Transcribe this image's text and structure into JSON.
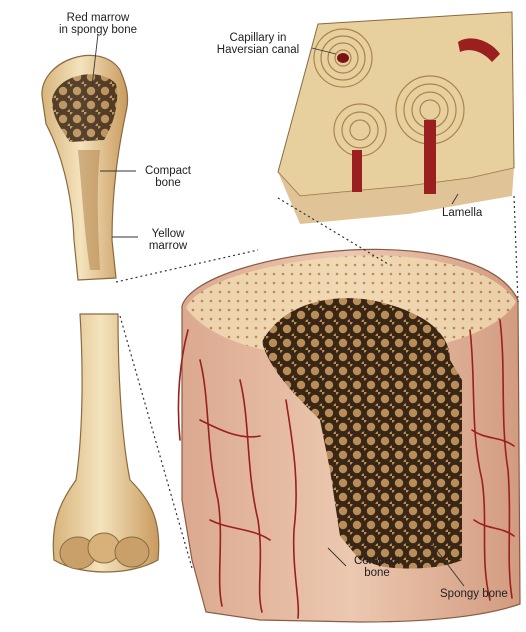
{
  "labels": {
    "red_marrow_line1": "Red marrow",
    "red_marrow_line2": "in spongy bone",
    "compact_top_line1": "Compact",
    "compact_top_line2": "bone",
    "yellow_line1": "Yellow",
    "yellow_line2": "marrow",
    "capillary_line1": "Capillary in",
    "capillary_line2": "Haversian canal",
    "lamella": "Lamella",
    "compact_bottom_line1": "Compact",
    "compact_bottom_line2": "bone",
    "spongy_bone": "Spongy bone"
  },
  "colors": {
    "bone_light": "#f2dfb6",
    "bone_mid": "#d9b57c",
    "tissue_pink": "#e9c9ae",
    "vessel_red": "#9b1f1f",
    "leader_line": "#333333"
  }
}
